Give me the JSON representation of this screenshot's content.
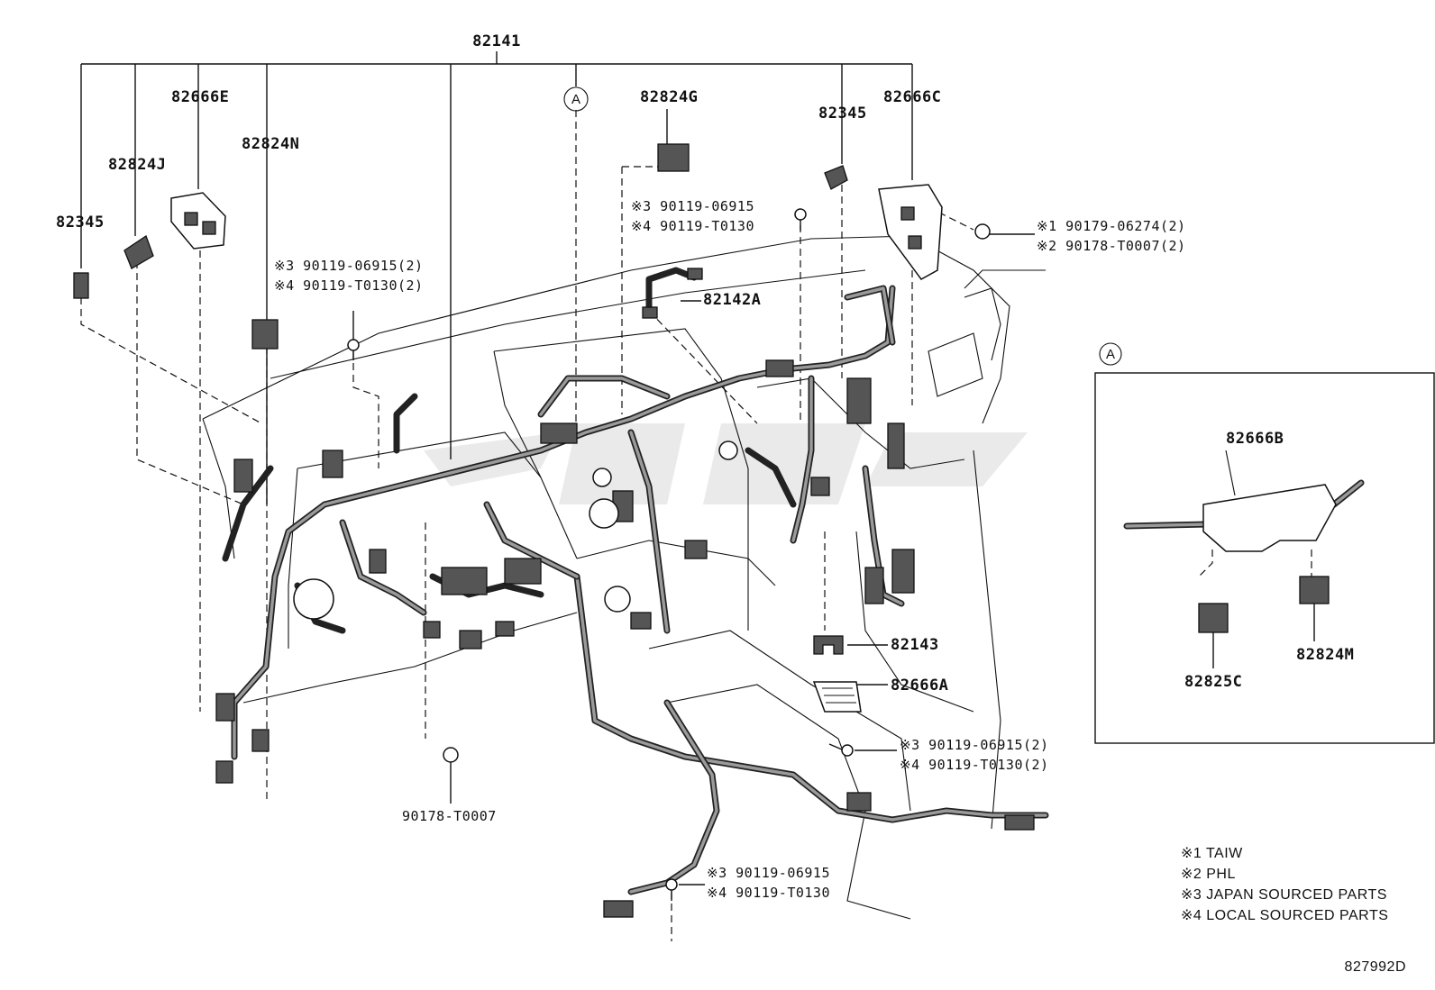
{
  "diagram_id": "827992D",
  "main_part": "82141",
  "callout_marker": "A",
  "labels": {
    "p82345_left": "82345",
    "p82824J": "82824J",
    "p82666E": "82666E",
    "p82824N": "82824N",
    "p82824G": "82824G",
    "p82345_right": "82345",
    "p82666C": "82666C",
    "p82142A": "82142A",
    "p82143": "82143",
    "p82666A": "82666A",
    "p90178_T0007": "90178-T0007",
    "p82666B": "82666B",
    "p82825C": "82825C",
    "p82824M": "82824M"
  },
  "bolt_notes": {
    "left_top": [
      "※3 90119-06915(2)",
      "※4 90119-T0130(2)"
    ],
    "center_top": [
      "※3 90119-06915",
      "※4 90119-T0130"
    ],
    "right_top": [
      "※1 90179-06274(2)",
      "※2 90178-T0007(2)"
    ],
    "right_mid": [
      "※3 90119-06915(2)",
      "※4 90119-T0130(2)"
    ],
    "bottom": [
      "※3 90119-06915",
      "※4 90119-T0130"
    ]
  },
  "legend": [
    "※1 TAIW",
    "※2 PHL",
    "※3 JAPAN SOURCED PARTS",
    "※4 LOCAL SOURCED PARTS"
  ]
}
